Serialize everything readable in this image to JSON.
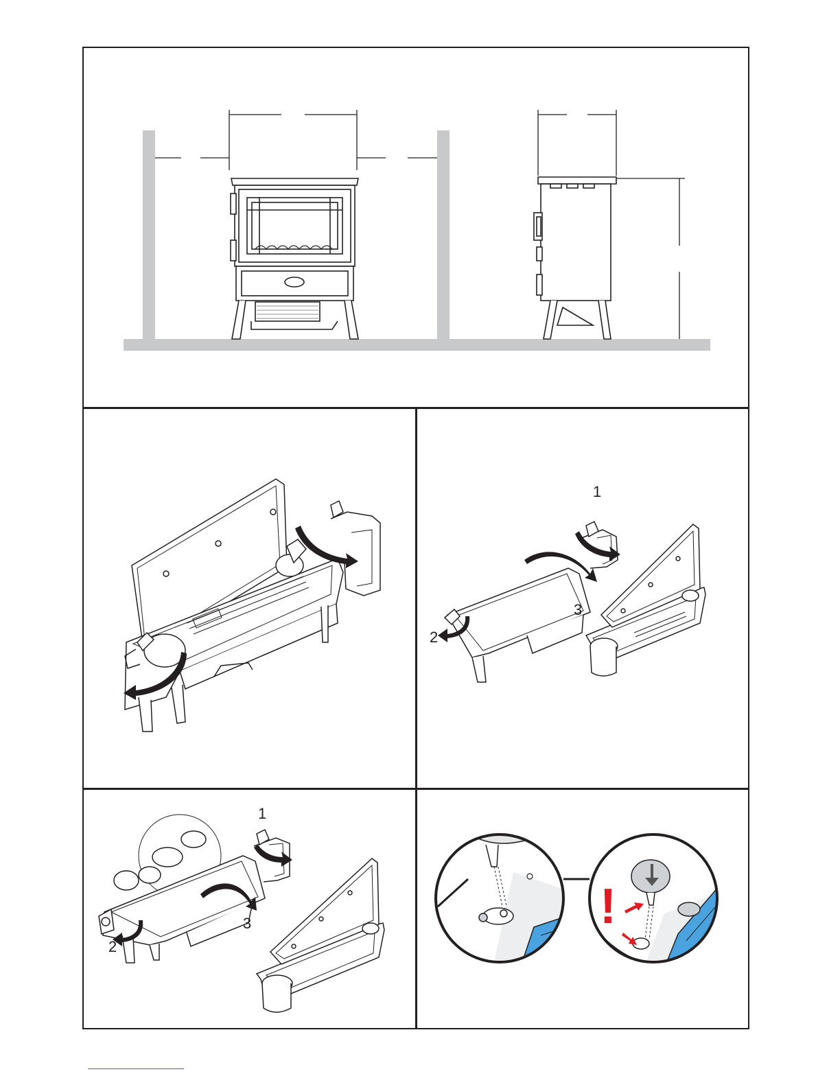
{
  "panels": {
    "clearance": {
      "label": ""
    },
    "remove_tray": {
      "label": ""
    },
    "separate_parts": {
      "steps": [
        "1",
        "2",
        "3"
      ]
    },
    "suction_cups": {
      "steps": [
        "1",
        "2",
        "3"
      ]
    },
    "cup_detail": {
      "warning": "!"
    }
  },
  "colors": {
    "line": "#231f20",
    "wall": "#c8c9cb",
    "water_tank": "#4aa3df",
    "warning": "#e01b24"
  }
}
